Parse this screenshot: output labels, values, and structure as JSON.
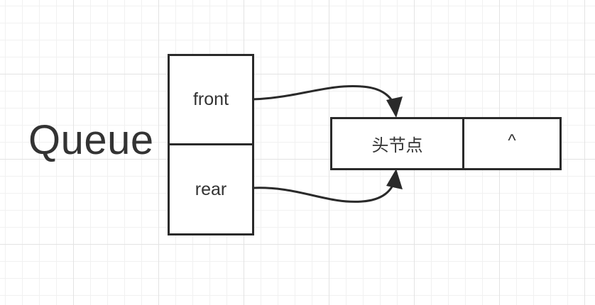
{
  "queue": {
    "title": "Queue",
    "front_label": "front",
    "rear_label": "rear"
  },
  "node": {
    "head_label": "头节点",
    "next_label": "^"
  },
  "colors": {
    "stroke": "#2a2a2a",
    "text": "#333333",
    "grid": "#e3e3e3"
  }
}
